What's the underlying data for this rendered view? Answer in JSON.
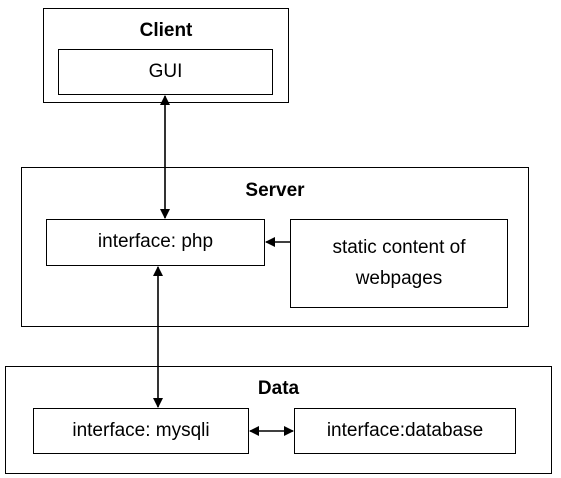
{
  "client": {
    "title": "Client",
    "gui_label": "GUI"
  },
  "server": {
    "title": "Server",
    "php_label": "interface: php",
    "static_label": "static content of webpages"
  },
  "data": {
    "title": "Data",
    "mysqli_label": "interface: mysqli",
    "database_label": "interface:database"
  }
}
